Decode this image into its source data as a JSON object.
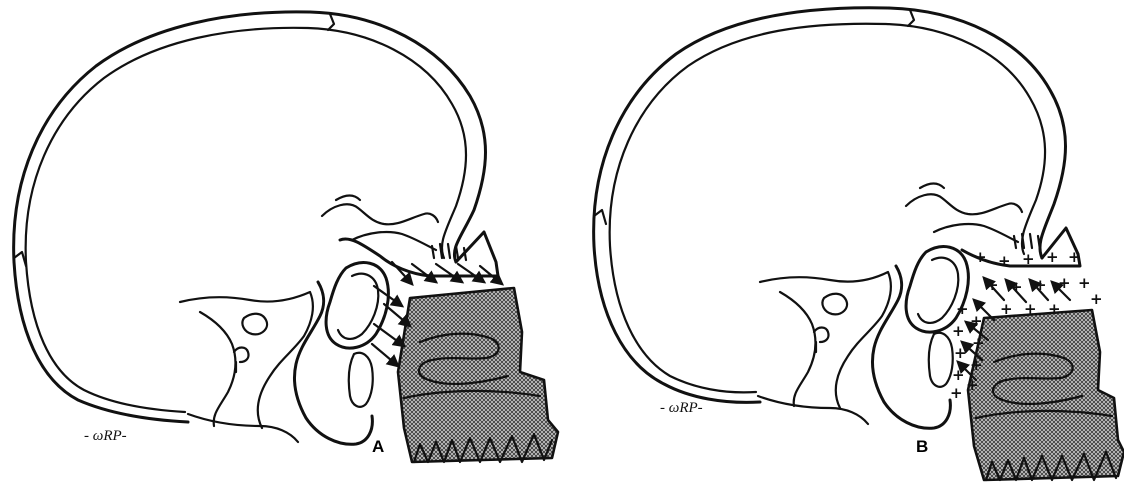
{
  "panels": [
    {
      "label": "A",
      "signature": "- ωRP-",
      "force_arrows": "outward",
      "arrow_count": 9
    },
    {
      "label": "B",
      "signature": "- ωRP-",
      "force_arrows": "inward",
      "arrow_count": 8,
      "marks": "+"
    }
  ],
  "colors": {
    "ink": "#111111",
    "background": "#ffffff",
    "maxilla_fill": "#8a8a8a"
  },
  "icons": {
    "arrow": "arrowhead",
    "plus": "plus-sign"
  }
}
